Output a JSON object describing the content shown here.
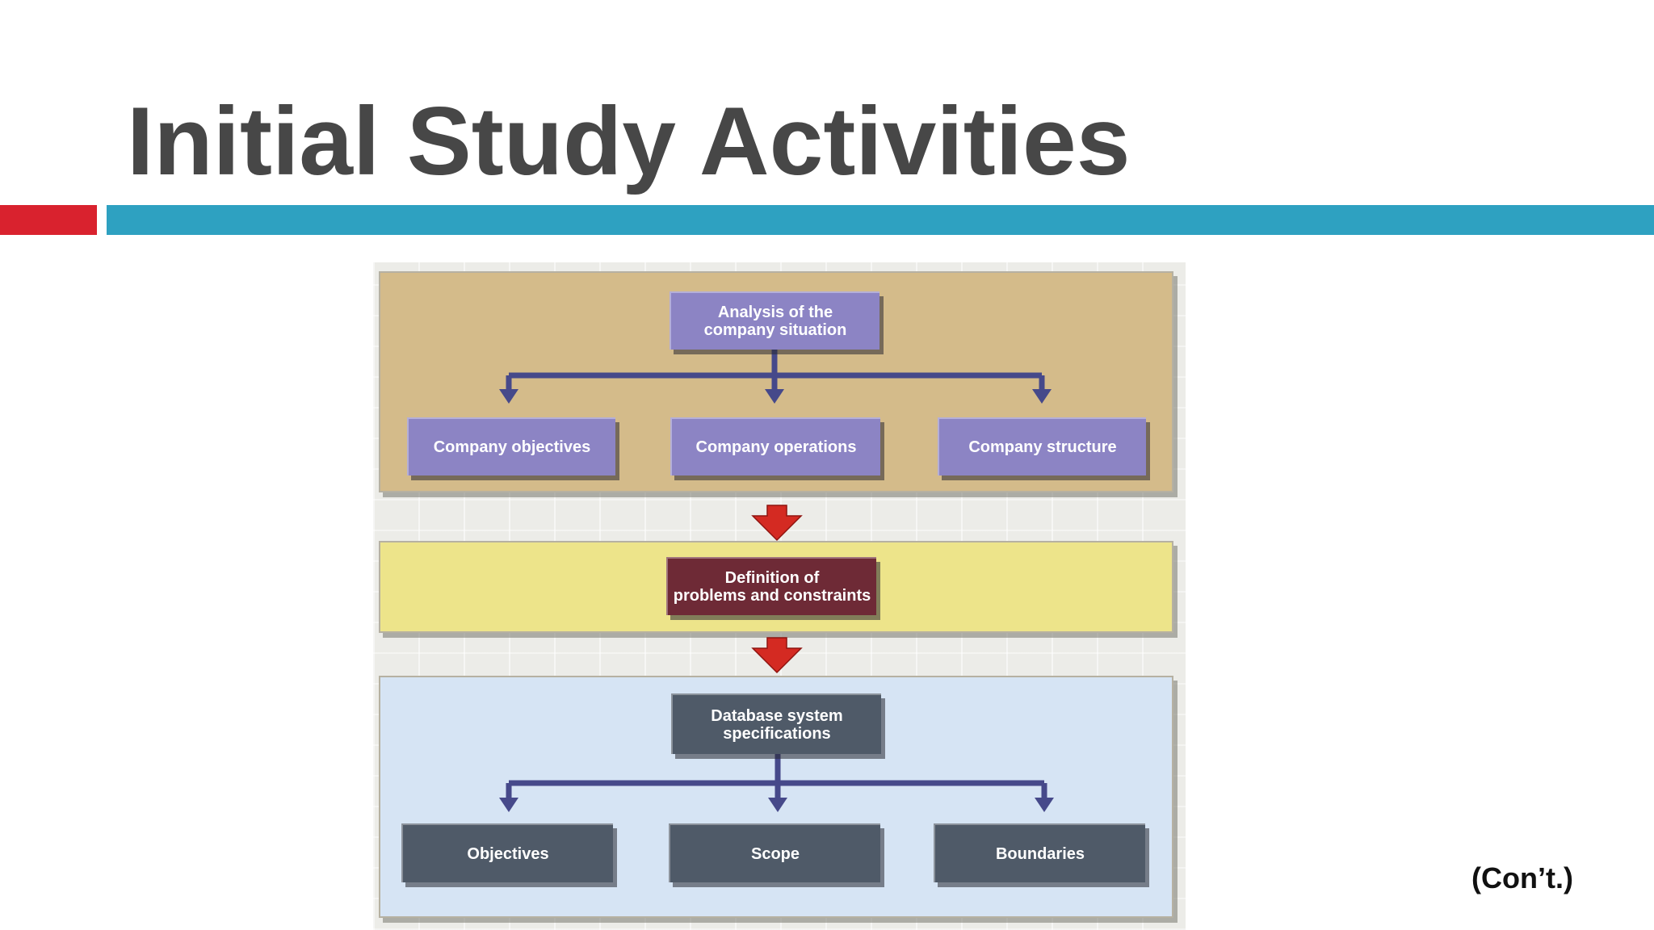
{
  "slide": {
    "title": "Initial Study Activities",
    "continued": "(Con’t.)"
  },
  "colors": {
    "title_text": "#474747",
    "rule_accent": "#d9222e",
    "rule_main": "#2ea1c1",
    "panel_analysis": "#d4bb8a",
    "panel_definition": "#ede48a",
    "panel_specs": "#d6e4f4",
    "node_analysis": "#8c84c4",
    "node_definition": "#6e2a36",
    "node_specs": "#4f5a68",
    "connector": "#46498a",
    "stage_arrow": "#d42a22"
  },
  "diagram": {
    "analysis": {
      "root": "Analysis of the\ncompany situation",
      "children": [
        "Company objectives",
        "Company operations",
        "Company structure"
      ]
    },
    "definition": {
      "root": "Definition of\nproblems and constraints"
    },
    "specifications": {
      "root": "Database system\nspecifications",
      "children": [
        "Objectives",
        "Scope",
        "Boundaries"
      ]
    }
  },
  "icons": {
    "stage_arrow": "down-arrow-icon"
  }
}
